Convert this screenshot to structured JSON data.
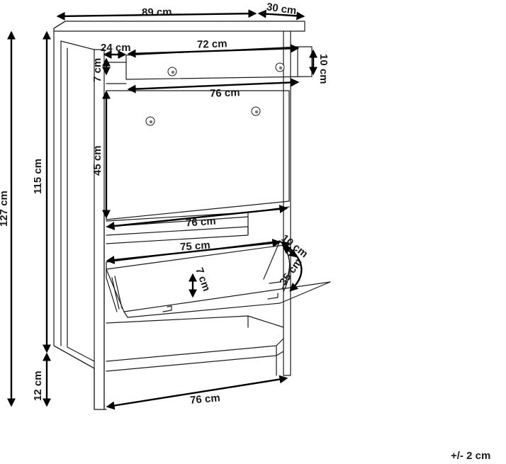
{
  "dimensions": {
    "top_width": "89 cm",
    "depth": "30 cm",
    "side_offset": "24 cm",
    "drawer_width": "72 cm",
    "drawer_height": "10 cm",
    "top_gap": "7 cm",
    "inner_width_top": "76 cm",
    "flap_height": "45 cm",
    "total_height": "127 cm",
    "body_height": "115 cm",
    "inner_width_mid": "76 cm",
    "tray_width": "75 cm",
    "flap_depth": "10 cm",
    "tray_height": "7 cm",
    "open_depth": "35 cm",
    "legs_height": "12 cm",
    "inner_width_bottom": "76 cm"
  },
  "tolerance": "+/- 2 cm"
}
